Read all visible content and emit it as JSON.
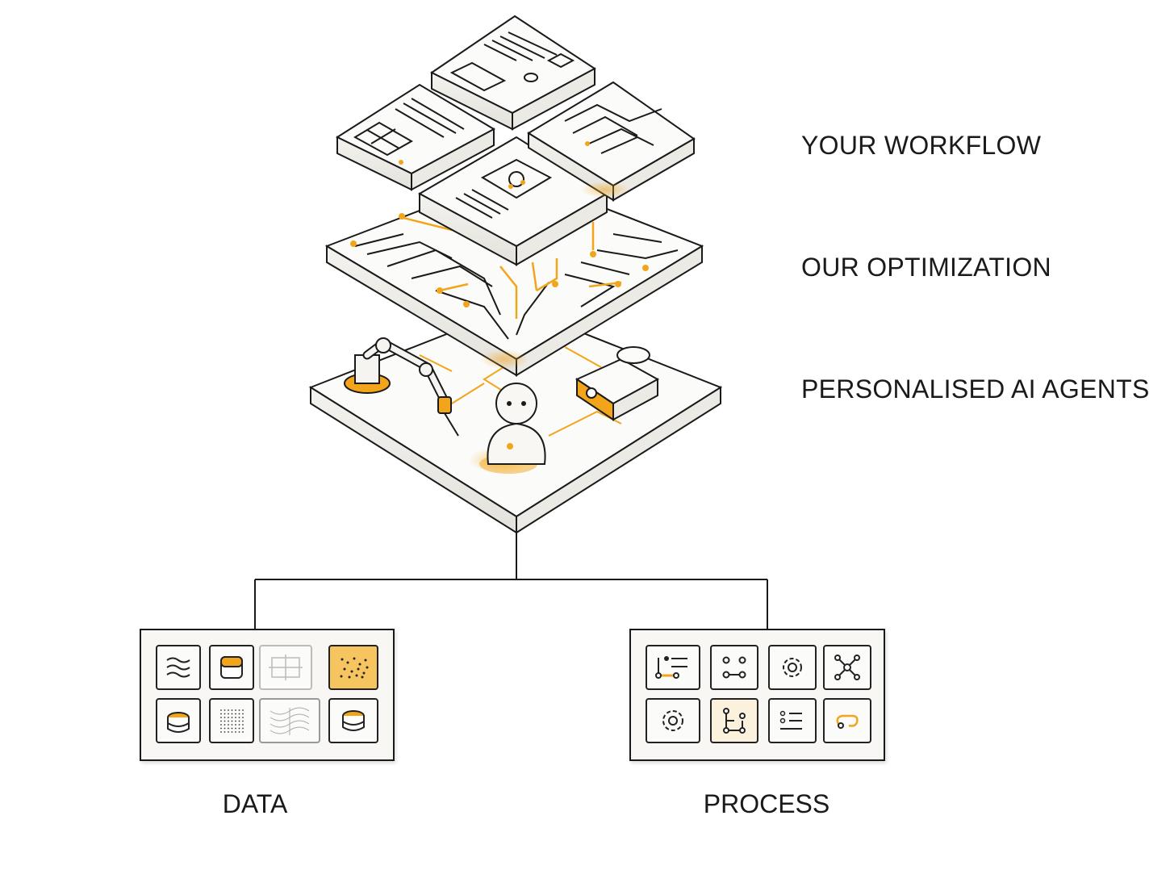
{
  "layers": {
    "top": "YOUR WORKFLOW",
    "middle": "OUR OPTIMIZATION",
    "bottom": "PERSONALISED AI AGENTS"
  },
  "boxes": {
    "data": "DATA",
    "process": "PROCESS"
  },
  "colors": {
    "accent": "#f2a51a",
    "ink": "#1a1a1a",
    "surface": "#fbfbf9"
  },
  "data_icons": [
    "waves-icon",
    "database-drum-icon",
    "grid-blueprint-icon",
    "noise-pattern-icon",
    "database-stack-icon",
    "dot-matrix-icon",
    "wave-lines-icon",
    "database-icon"
  ],
  "process_icons": [
    "list-flow-icon",
    "node-connections-icon",
    "gear-icon",
    "network-icon",
    "gear-icon",
    "node-graph-icon",
    "checklist-icon",
    "loop-arrow-icon"
  ]
}
